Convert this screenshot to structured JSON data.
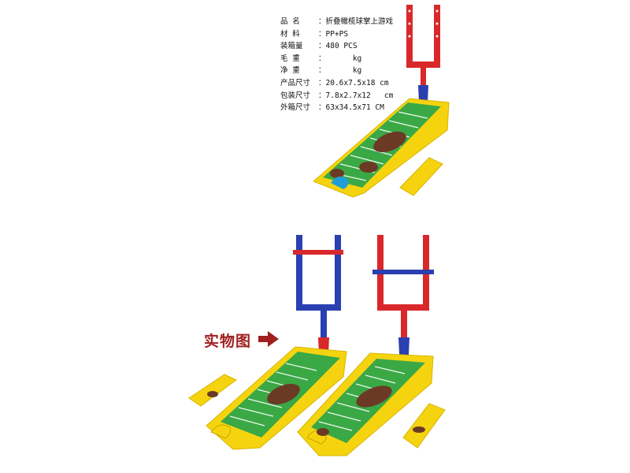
{
  "specs": [
    {
      "label": "品  名",
      "sep": "：",
      "value": "折叠橄榄球掌上游戏"
    },
    {
      "label": "材  料",
      "sep": "：",
      "value": "PP+PS"
    },
    {
      "label": "装箱量",
      "sep": "：",
      "value": "480 PCS"
    },
    {
      "label": "毛  重",
      "sep": "：",
      "value": "      kg"
    },
    {
      "label": "净  重",
      "sep": "：",
      "value": "      kg"
    },
    {
      "label": "产品尺寸",
      "sep": "：",
      "value": "20.6x7.5x18 cm"
    },
    {
      "label": "包装尺寸",
      "sep": "：",
      "value": "7.8x2.7x12   cm"
    },
    {
      "label": "外箱尺寸",
      "sep": "：",
      "value": "63x34.5x71 CM"
    }
  ],
  "real_photo_label": "实物图",
  "arrow_icon": "arrow-right-icon",
  "colors": {
    "base_yellow": "#f5d40f",
    "field_green": "#3aa845",
    "post_red": "#d9282a",
    "post_blue": "#2a3fb0",
    "label_red": "#a0201f",
    "ball_brown": "#6b3a25"
  }
}
